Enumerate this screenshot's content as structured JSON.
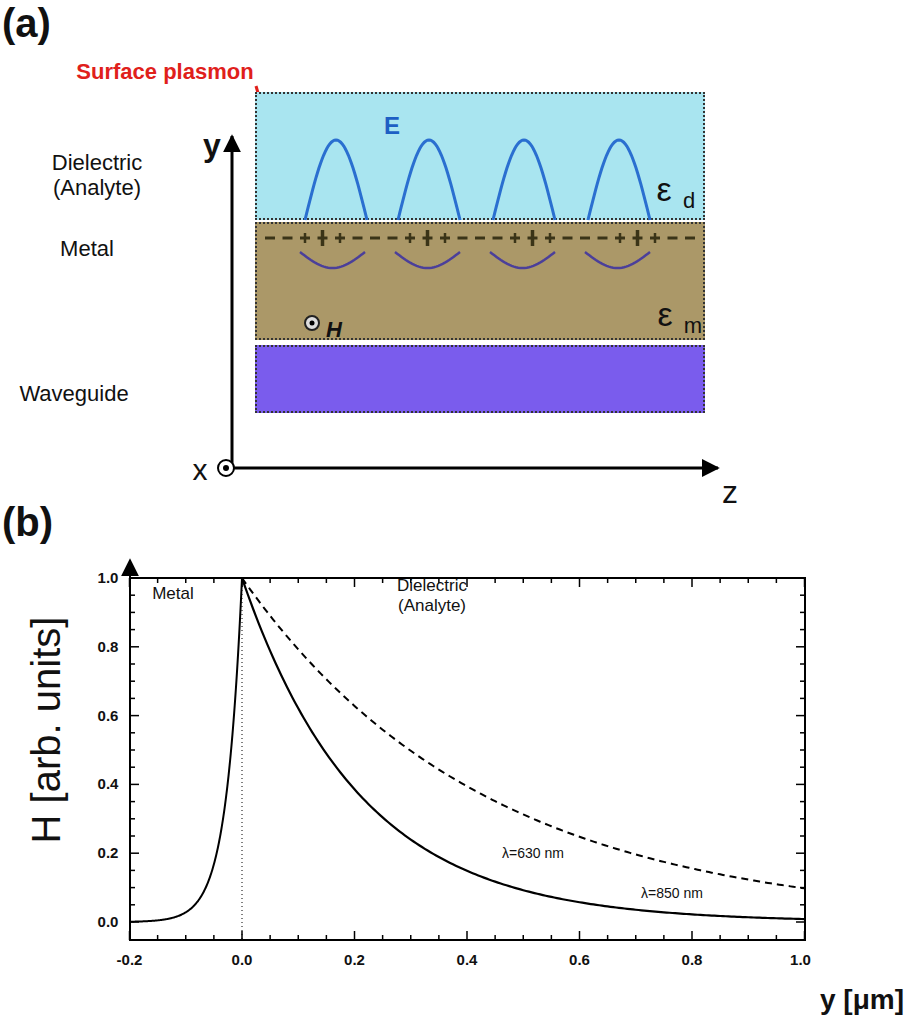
{
  "diagram": {
    "nodes": [
      {
        "text": [
          "Dielectric (Analyte)"
        ]
      },
      {
        "text": [
          "Metal"
        ]
      },
      {
        "text": [
          "Waveguide"
        ]
      }
    ],
    "labels": [
      "(a)",
      "Surface plasmon",
      "y",
      "x",
      "z",
      "E",
      "ε",
      "d",
      "H",
      "ε",
      "m",
      "(b)",
      "H [arb. units]",
      "1.0",
      "0.8",
      "0.6",
      "0.4",
      "0.2",
      "0.0",
      "-0.2",
      "0.0",
      "0.2",
      "0.4",
      "0.6",
      "0.8",
      "1.0",
      "Metal",
      "Dielectric (Analyte)",
      "λ=850 nm",
      "λ=630 nm",
      "y [μm]"
    ]
  }
}
